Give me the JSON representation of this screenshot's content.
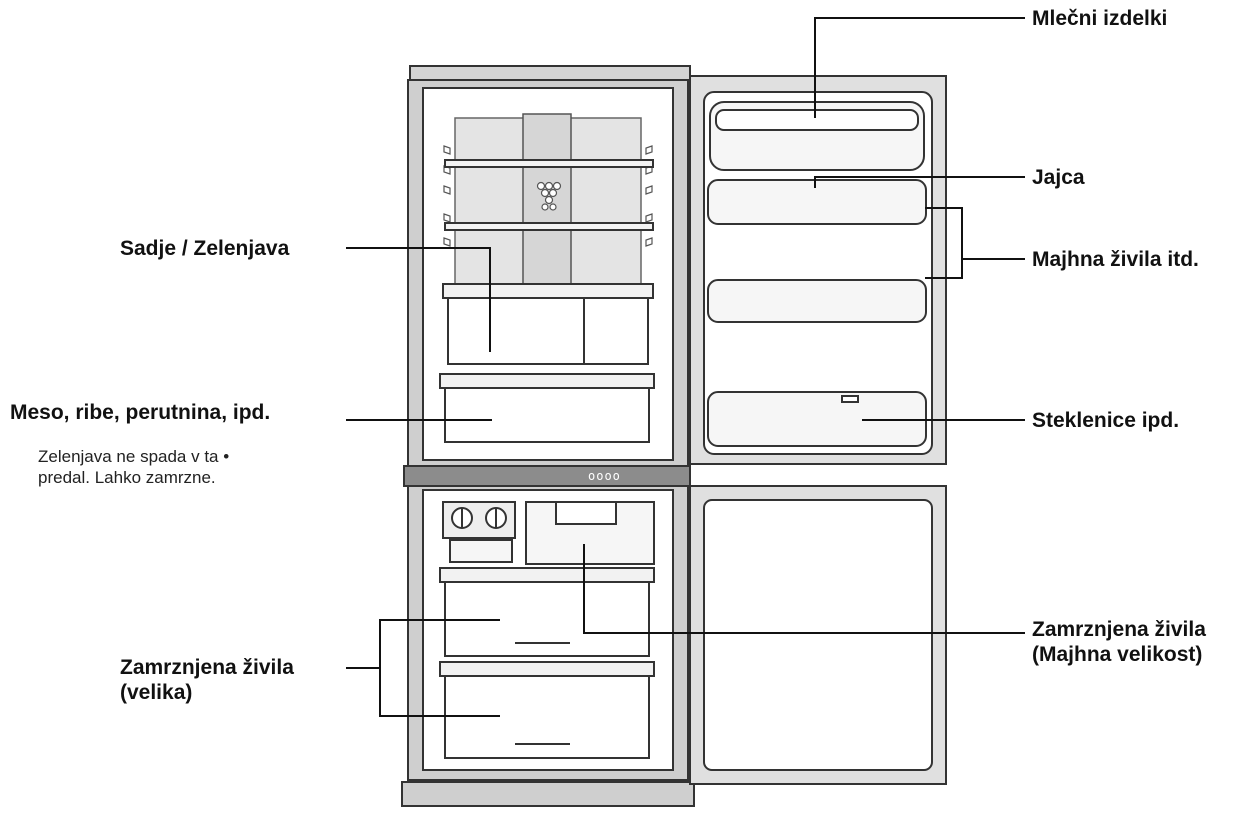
{
  "labels": {
    "dairy": "Mlečni izdelki",
    "eggs": "Jajca",
    "small_foods": "Majhna živila itd.",
    "bottles": "Steklenice ipd.",
    "fruit_veg": "Sadje / Zelenjava",
    "meat_fish": "Meso, ribe, perutnina, ipd.",
    "frozen_small_line1": "Zamrznjena živila",
    "frozen_small_line2": "(Majhna velikost)",
    "frozen_large_line1": "Zamrznjena živila",
    "frozen_large_line2": "(velika)"
  },
  "note": {
    "line1": "Zelenjava ne spada v ta •",
    "line2": "predal. Lahko zamrzne."
  },
  "panel_text": "oooo",
  "colors": {
    "outline": "#333333",
    "body_gray": "#d9d9d9",
    "dark_gray": "#8c8c8c",
    "interior_white": "#ffffff",
    "back_panel": "#e8e8e8"
  }
}
